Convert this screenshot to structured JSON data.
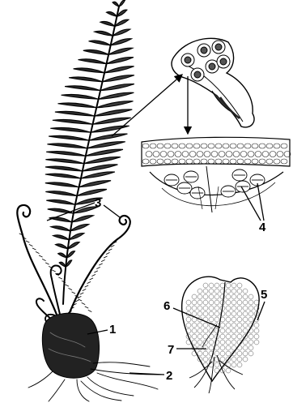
{
  "labels": {
    "l1": "1",
    "l2": "2",
    "l3": "3",
    "l4": "4",
    "l5": "5",
    "l6": "6",
    "l7": "7"
  },
  "colors": {
    "ink": "#000000",
    "shade": "#3a3a3a",
    "light": "#9a9a9a",
    "paper": "#ffffff"
  },
  "icons": {
    "fern_plant": "fern-sporophyte-illustration",
    "pinnule": "pinnule-with-sori-illustration",
    "section": "sorus-cross-section-illustration",
    "prothallus": "prothallus-illustration"
  }
}
